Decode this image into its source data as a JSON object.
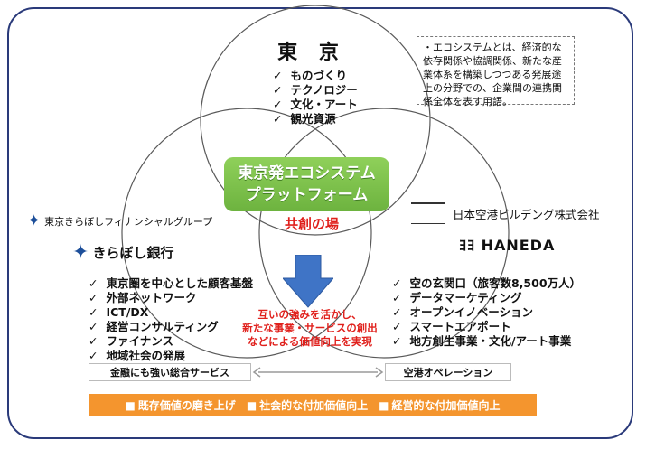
{
  "tokyo": {
    "title": "東 京",
    "items": [
      "ものづくり",
      "テクノロジー",
      "文化・アート",
      "観光資源"
    ]
  },
  "note": "・エコシステムとは、経済的な依存関係や協調関係、新たな産業体系を構築しつつある発展途上の分野での、企業間の連携関係全体を表す用語。",
  "platform": {
    "line1": "東京発エコシステム",
    "line2": "プラットフォーム"
  },
  "cocreate": "共創の場",
  "left": {
    "group_name": "東京きらぼしフィナンシャルグループ",
    "bank_name": "きらぼし銀行",
    "items": [
      "東京圏を中心とした顧客基盤",
      "外部ネットワーク",
      "ICT/DX",
      "経営コンサルティング",
      "ファイナンス",
      "地域社会の発展"
    ]
  },
  "right": {
    "company_name": "日本空港ビルデング株式会社",
    "haneda_logo": "ﾖﾖ HANEDA",
    "items": [
      "空の玄関口（旅客数8,500万人）",
      "データマーケティング",
      "オープンイノベーション",
      "スマートエアポート",
      "地方創生事業・文化/アート事業"
    ]
  },
  "center_text": [
    "互いの強みを活かし、",
    "新たな事業・サービスの創出",
    "などによる価値向上を実現"
  ],
  "bottom": {
    "left_label": "金融にも強い総合サービス",
    "right_label": "空港オペレーション",
    "banner": [
      "既存価値の磨き上げ",
      "社会的な付加価値向上",
      "経営的な付加価値向上"
    ]
  },
  "colors": {
    "frame": "#2a3a7a",
    "platform": "#7cc34a",
    "accent_red": "#e0201c",
    "arrow": "#3f74c6",
    "banner": "#f4952e"
  }
}
